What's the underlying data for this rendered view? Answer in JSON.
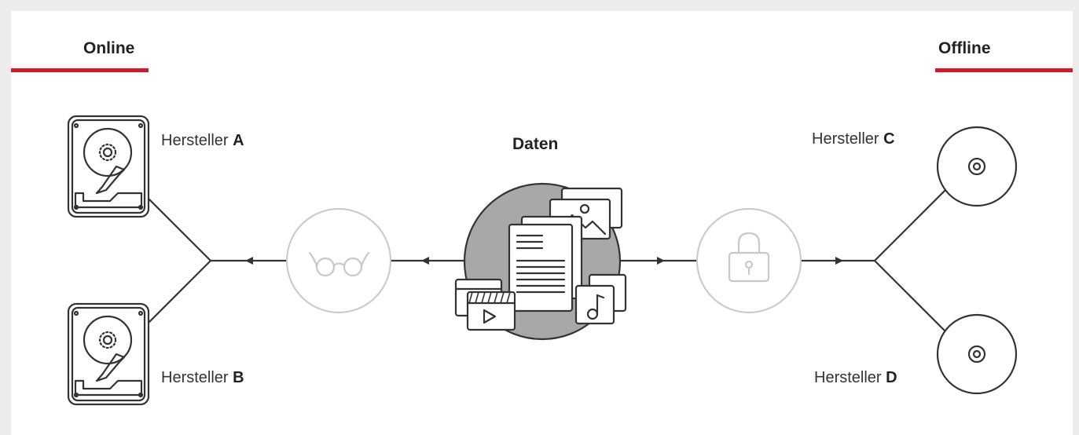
{
  "headings": {
    "online": "Online",
    "offline": "Offline",
    "center": "Daten"
  },
  "manufacturers": {
    "a": {
      "prefix": "Hersteller",
      "letter": "A"
    },
    "b": {
      "prefix": "Hersteller",
      "letter": "B"
    },
    "c": {
      "prefix": "Hersteller",
      "letter": "C"
    },
    "d": {
      "prefix": "Hersteller",
      "letter": "D"
    }
  },
  "colors": {
    "accent": "#d8162a",
    "stroke": "#333333",
    "muted": "#c8c8c8",
    "hub": "#a8a8a8"
  },
  "icons": [
    "hard-drive-icon",
    "glasses-icon",
    "documents-icon",
    "lock-icon",
    "disc-icon"
  ]
}
